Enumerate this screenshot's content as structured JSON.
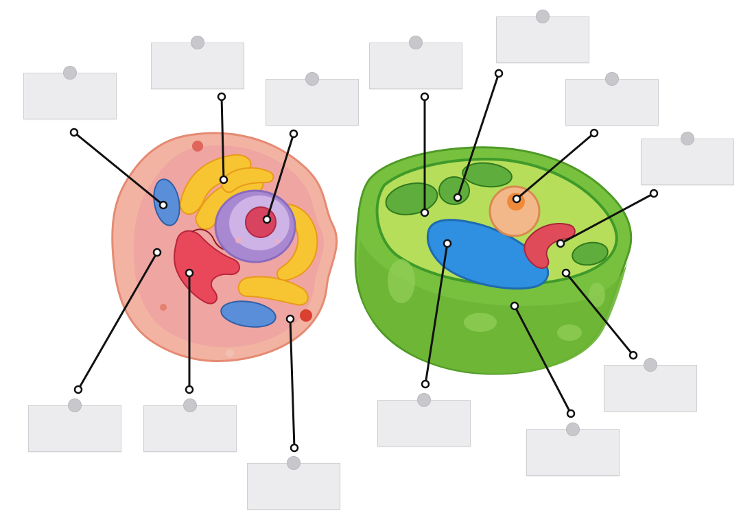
{
  "diagram": {
    "cells": [
      {
        "name": "animal-cell",
        "colors": {
          "cytoplasm": "#f0a79e",
          "membrane": "#e9846f",
          "nucleus": "#b99ad8",
          "nucleolus": "#d84a6a",
          "golgi": "#f6c026",
          "er": "#e8394f",
          "mitochondria": "#5f8fd6"
        }
      },
      {
        "name": "plant-cell",
        "colors": {
          "wall": "#7cc243",
          "membrane": "#4fae2e",
          "vacuole": "#2f8fe0",
          "chloroplast": "#5aa83a",
          "nucleus": "#f3b889"
        }
      }
    ],
    "labels": [
      {
        "id": "animal-label-1",
        "text": ""
      },
      {
        "id": "animal-label-2",
        "text": ""
      },
      {
        "id": "animal-label-3",
        "text": ""
      },
      {
        "id": "animal-label-4",
        "text": ""
      },
      {
        "id": "animal-label-5",
        "text": ""
      },
      {
        "id": "animal-label-6",
        "text": ""
      },
      {
        "id": "plant-label-1",
        "text": ""
      },
      {
        "id": "plant-label-2",
        "text": ""
      },
      {
        "id": "plant-label-3",
        "text": ""
      },
      {
        "id": "plant-label-4",
        "text": ""
      },
      {
        "id": "plant-label-5",
        "text": ""
      },
      {
        "id": "plant-label-6",
        "text": ""
      },
      {
        "id": "plant-label-7",
        "text": ""
      }
    ]
  }
}
